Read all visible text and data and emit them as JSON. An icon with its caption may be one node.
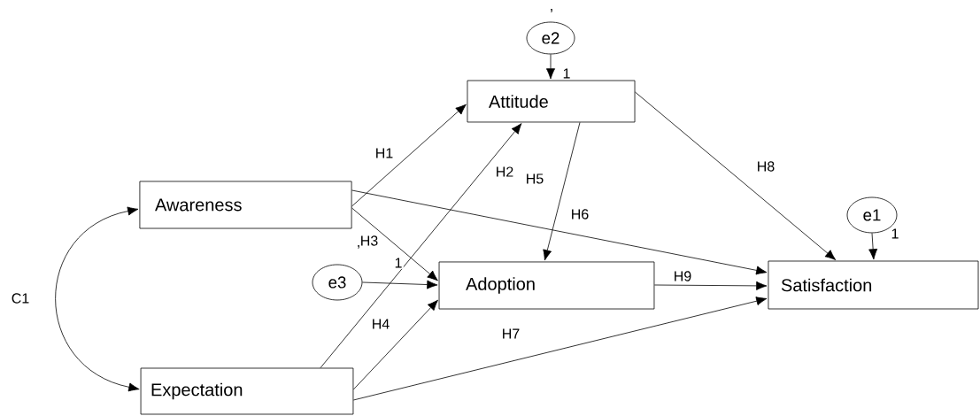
{
  "diagram": {
    "nodes": [
      {
        "text": [
          "Attitude"
        ]
      },
      {
        "text": [
          "Awareness"
        ]
      },
      {
        "text": [
          "Adoption"
        ]
      },
      {
        "text": [
          "Satisfaction"
        ]
      },
      {
        "text": [
          "Expectation"
        ]
      },
      {
        "text": [
          "e2"
        ],
        "beside": [
          ","
        ]
      },
      {
        "text": [
          "e1"
        ]
      },
      {
        "text": [
          "e3"
        ],
        "beside": [
          ","
        ]
      }
    ],
    "edges": [
      {
        "from": 1,
        "to": 0,
        "arrow": "to",
        "label": "H1"
      },
      {
        "from": 4,
        "to": 0,
        "arrow": "to",
        "label": "H2"
      },
      {
        "from": 1,
        "to": 2,
        "arrow": "to",
        "label": "H3"
      },
      {
        "from": 4,
        "to": 2,
        "arrow": "to",
        "label": "H4"
      },
      {
        "from": 0,
        "to": 2,
        "arrow": "to",
        "label": "H5"
      },
      {
        "from": 1,
        "to": 3,
        "arrow": "to",
        "label": "H6"
      },
      {
        "from": 4,
        "to": 3,
        "arrow": "to",
        "label": "H7"
      },
      {
        "from": 0,
        "to": 3,
        "arrow": "to",
        "label": "H8"
      },
      {
        "from": 2,
        "to": 3,
        "arrow": "to",
        "label": "H9"
      },
      {
        "from": 5,
        "to": 0,
        "arrow": "to",
        "label": "1"
      },
      {
        "from": 6,
        "to": 3,
        "arrow": "to",
        "label": "1"
      },
      {
        "from": 7,
        "to": 2,
        "arrow": "to",
        "label": "1"
      },
      {
        "from": 1,
        "to": 4,
        "arrow": "both",
        "label": "C1"
      }
    ]
  }
}
